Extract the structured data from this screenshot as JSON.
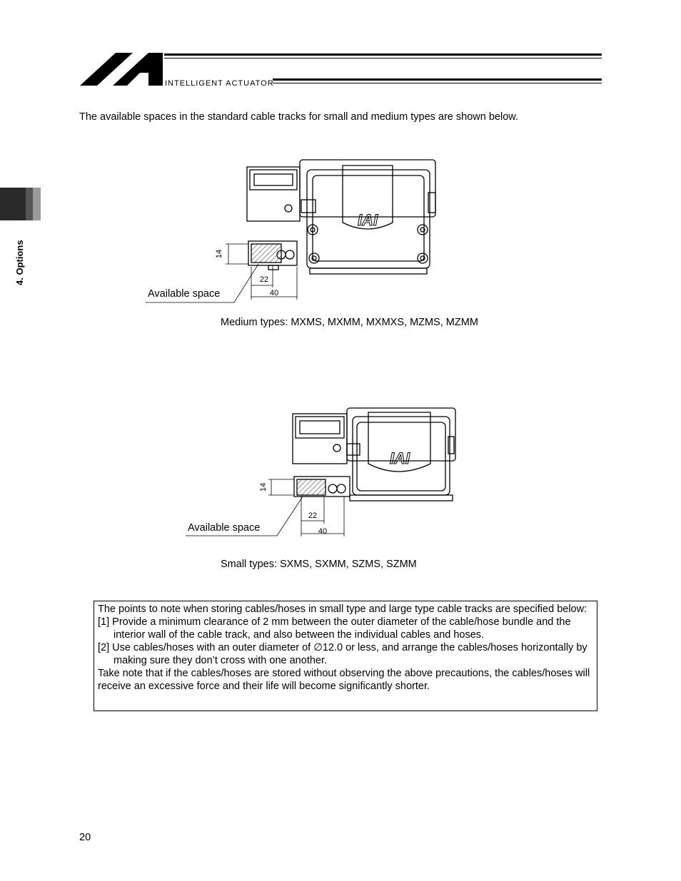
{
  "header": {
    "brand_text": "INTELLIGENT ACTUATOR"
  },
  "side_tab": {
    "label": "4. Options"
  },
  "intro": "The available spaces in the standard cable tracks for small and medium types are shown below.",
  "figures": [
    {
      "id": "medium",
      "logo_text": "IAI",
      "available_space_label": "Available space",
      "dim_height": "14",
      "dim_inner": "22",
      "dim_outer": "40",
      "caption": "Medium types: MXMS, MXMM, MXMXS, MZMS, MZMM"
    },
    {
      "id": "small",
      "logo_text": "IAI",
      "available_space_label": "Available space",
      "dim_height": "14",
      "dim_inner": "22",
      "dim_outer": "40",
      "caption": "Small types: SXMS, SXMM, SZMS, SZMM"
    }
  ],
  "note": {
    "intro": "The points to note when storing cables/hoses in small type and large type cable tracks are specified below:",
    "items": [
      "[1] Provide a minimum clearance of 2 mm between the outer diameter of the cable/hose bundle and the interior wall of the cable track, and also between the individual cables and hoses.",
      "[2] Use cables/hoses with an outer diameter of ∅12.0 or less, and arrange the cables/hoses horizontally by making sure they don’t cross with one another."
    ],
    "closing": "Take note that if the cables/hoses are stored without observing the above precautions, the cables/hoses will receive an excessive force and their life will become significantly shorter."
  },
  "page_number": "20"
}
